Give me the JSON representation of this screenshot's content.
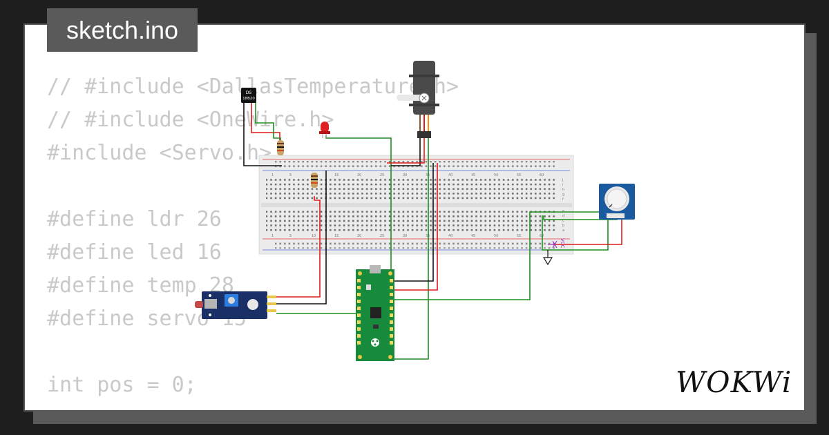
{
  "tab": {
    "filename": "sketch.ino"
  },
  "code": {
    "lines": [
      "// #include <DallasTemperature.h>",
      "// #include <OneWire.h>",
      "#include <Servo.h>",
      "",
      "#define ldr 26",
      "#define led 16",
      "#define temp 28",
      "#define servo 15",
      "",
      "int pos = 0;"
    ]
  },
  "circuit": {
    "sensor_label_top": "DS",
    "sensor_label_bottom": "18B20",
    "vcc_label": "VCC",
    "breadboard_top_numbers": [
      "1",
      "5",
      "10",
      "15",
      "20",
      "25",
      "30",
      "35",
      "40",
      "45",
      "50",
      "55",
      "60"
    ],
    "breadboard_bottom_numbers": [
      "1",
      "5",
      "10",
      "15",
      "20",
      "25",
      "30",
      "35",
      "40",
      "45",
      "50",
      "55",
      "60"
    ],
    "breadboard_row_letters_top": [
      "j",
      "i",
      "h",
      "g",
      "f"
    ],
    "breadboard_row_letters_bottom": [
      "e",
      "d",
      "c",
      "b",
      "a"
    ]
  },
  "brand": {
    "logo_text": "WOKWi"
  },
  "colors": {
    "background": "#1e1e1e",
    "frame": "#5a5a5a",
    "code_text": "#c9c9c9",
    "wire_green": "#1e8e1e",
    "wire_red": "#e01b1b",
    "wire_black": "#111111",
    "pico_board": "#178a3c",
    "breadboard": "#ececec",
    "sensor_board": "#1a2f66",
    "potentiometer_board": "#1c5aa0"
  },
  "icons": {
    "ground": "ground-symbol-icon",
    "raspberry": "raspberry-pi-logo-icon"
  }
}
